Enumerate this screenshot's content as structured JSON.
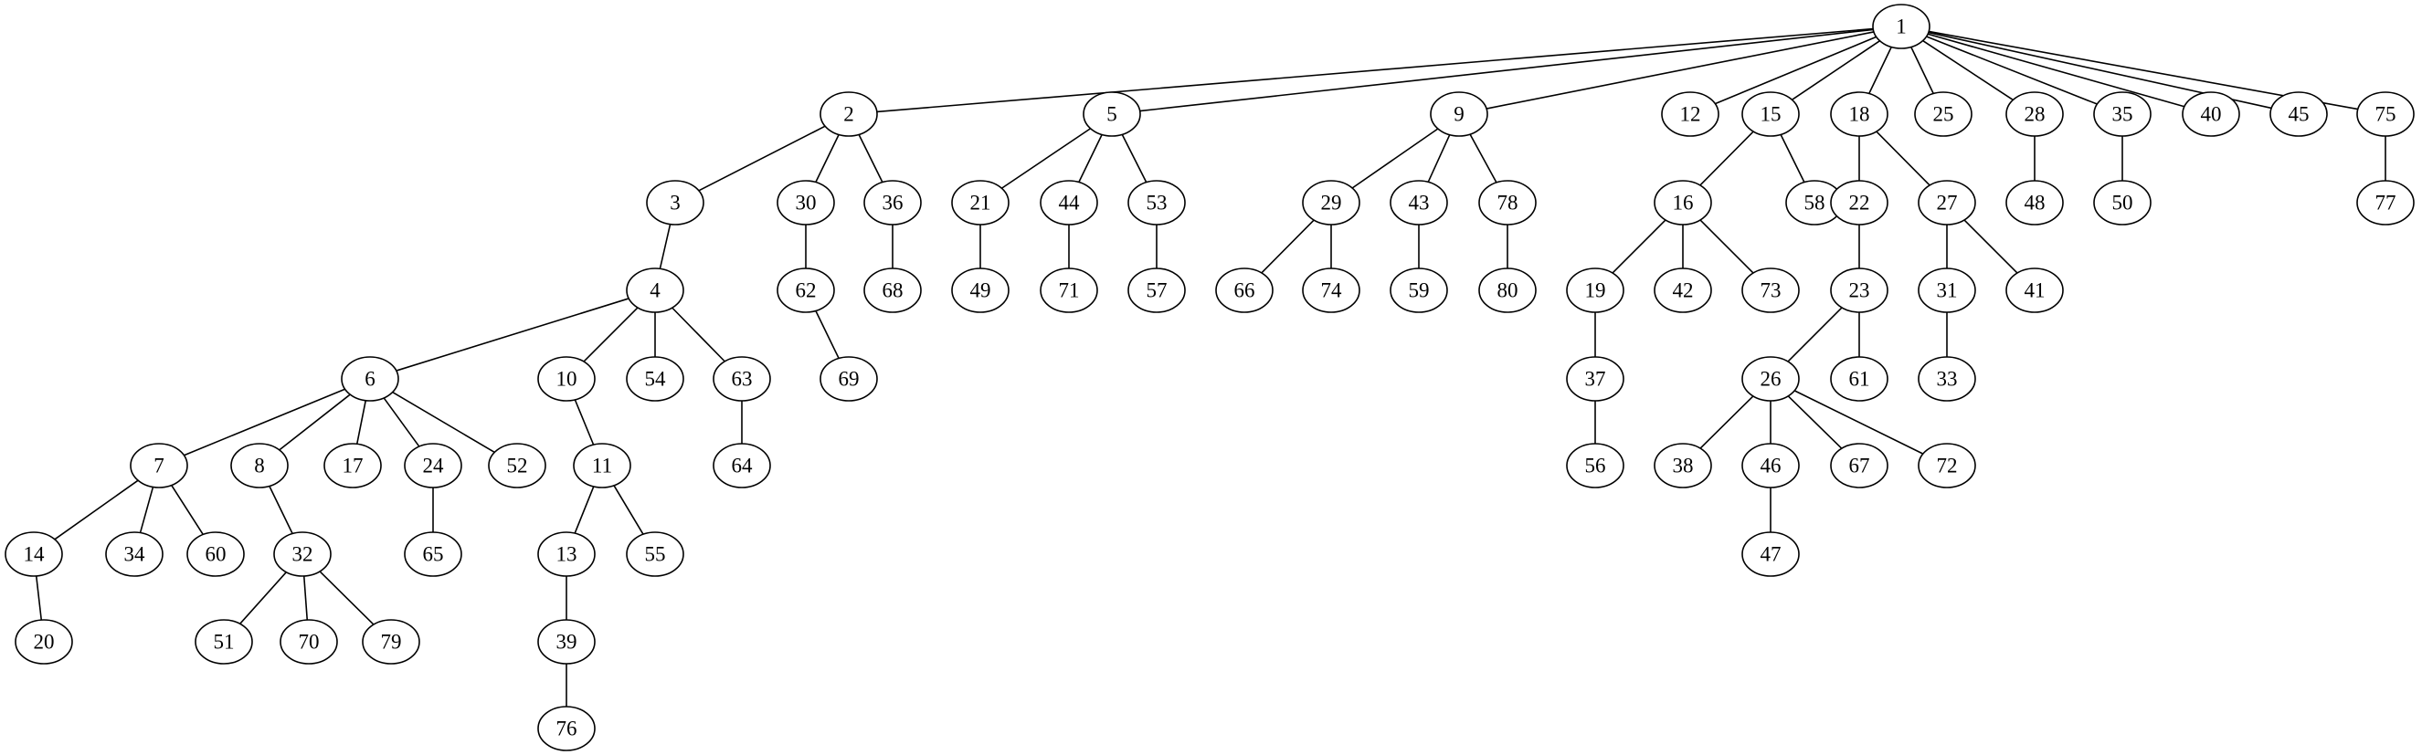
{
  "tree": {
    "nodes": [
      "1",
      "2",
      "5",
      "9",
      "12",
      "15",
      "18",
      "25",
      "28",
      "35",
      "40",
      "45",
      "75",
      "3",
      "30",
      "36",
      "21",
      "44",
      "53",
      "29",
      "43",
      "78",
      "16",
      "58",
      "22",
      "27",
      "48",
      "50",
      "77",
      "4",
      "62",
      "68",
      "49",
      "71",
      "57",
      "66",
      "74",
      "59",
      "80",
      "19",
      "42",
      "73",
      "23",
      "31",
      "41",
      "6",
      "10",
      "54",
      "63",
      "69",
      "37",
      "26",
      "61",
      "33",
      "7",
      "8",
      "17",
      "24",
      "52",
      "11",
      "64",
      "56",
      "38",
      "46",
      "67",
      "72",
      "14",
      "34",
      "60",
      "32",
      "65",
      "13",
      "55",
      "47",
      "20",
      "51",
      "70",
      "79",
      "39",
      "76"
    ],
    "edges": [
      [
        "1",
        "2"
      ],
      [
        "1",
        "5"
      ],
      [
        "1",
        "9"
      ],
      [
        "1",
        "12"
      ],
      [
        "1",
        "15"
      ],
      [
        "1",
        "18"
      ],
      [
        "1",
        "25"
      ],
      [
        "1",
        "28"
      ],
      [
        "1",
        "35"
      ],
      [
        "1",
        "40"
      ],
      [
        "1",
        "45"
      ],
      [
        "1",
        "75"
      ],
      [
        "2",
        "3"
      ],
      [
        "2",
        "30"
      ],
      [
        "2",
        "36"
      ],
      [
        "5",
        "21"
      ],
      [
        "5",
        "44"
      ],
      [
        "5",
        "53"
      ],
      [
        "9",
        "29"
      ],
      [
        "9",
        "43"
      ],
      [
        "9",
        "78"
      ],
      [
        "15",
        "16"
      ],
      [
        "15",
        "58"
      ],
      [
        "18",
        "22"
      ],
      [
        "18",
        "27"
      ],
      [
        "28",
        "48"
      ],
      [
        "35",
        "50"
      ],
      [
        "75",
        "77"
      ],
      [
        "3",
        "4"
      ],
      [
        "30",
        "62"
      ],
      [
        "36",
        "68"
      ],
      [
        "21",
        "49"
      ],
      [
        "44",
        "71"
      ],
      [
        "53",
        "57"
      ],
      [
        "29",
        "66"
      ],
      [
        "29",
        "74"
      ],
      [
        "43",
        "59"
      ],
      [
        "78",
        "80"
      ],
      [
        "16",
        "19"
      ],
      [
        "16",
        "42"
      ],
      [
        "16",
        "73"
      ],
      [
        "22",
        "23"
      ],
      [
        "27",
        "31"
      ],
      [
        "27",
        "41"
      ],
      [
        "4",
        "6"
      ],
      [
        "4",
        "10"
      ],
      [
        "4",
        "54"
      ],
      [
        "4",
        "63"
      ],
      [
        "62",
        "69"
      ],
      [
        "19",
        "37"
      ],
      [
        "23",
        "26"
      ],
      [
        "23",
        "61"
      ],
      [
        "31",
        "33"
      ],
      [
        "6",
        "7"
      ],
      [
        "6",
        "8"
      ],
      [
        "6",
        "17"
      ],
      [
        "6",
        "24"
      ],
      [
        "6",
        "52"
      ],
      [
        "10",
        "11"
      ],
      [
        "63",
        "64"
      ],
      [
        "37",
        "56"
      ],
      [
        "26",
        "38"
      ],
      [
        "26",
        "46"
      ],
      [
        "26",
        "67"
      ],
      [
        "26",
        "72"
      ],
      [
        "7",
        "14"
      ],
      [
        "7",
        "34"
      ],
      [
        "7",
        "60"
      ],
      [
        "8",
        "32"
      ],
      [
        "24",
        "65"
      ],
      [
        "11",
        "13"
      ],
      [
        "11",
        "55"
      ],
      [
        "46",
        "47"
      ],
      [
        "14",
        "20"
      ],
      [
        "32",
        "51"
      ],
      [
        "32",
        "70"
      ],
      [
        "32",
        "79"
      ],
      [
        "13",
        "39"
      ],
      [
        "39",
        "76"
      ]
    ]
  }
}
